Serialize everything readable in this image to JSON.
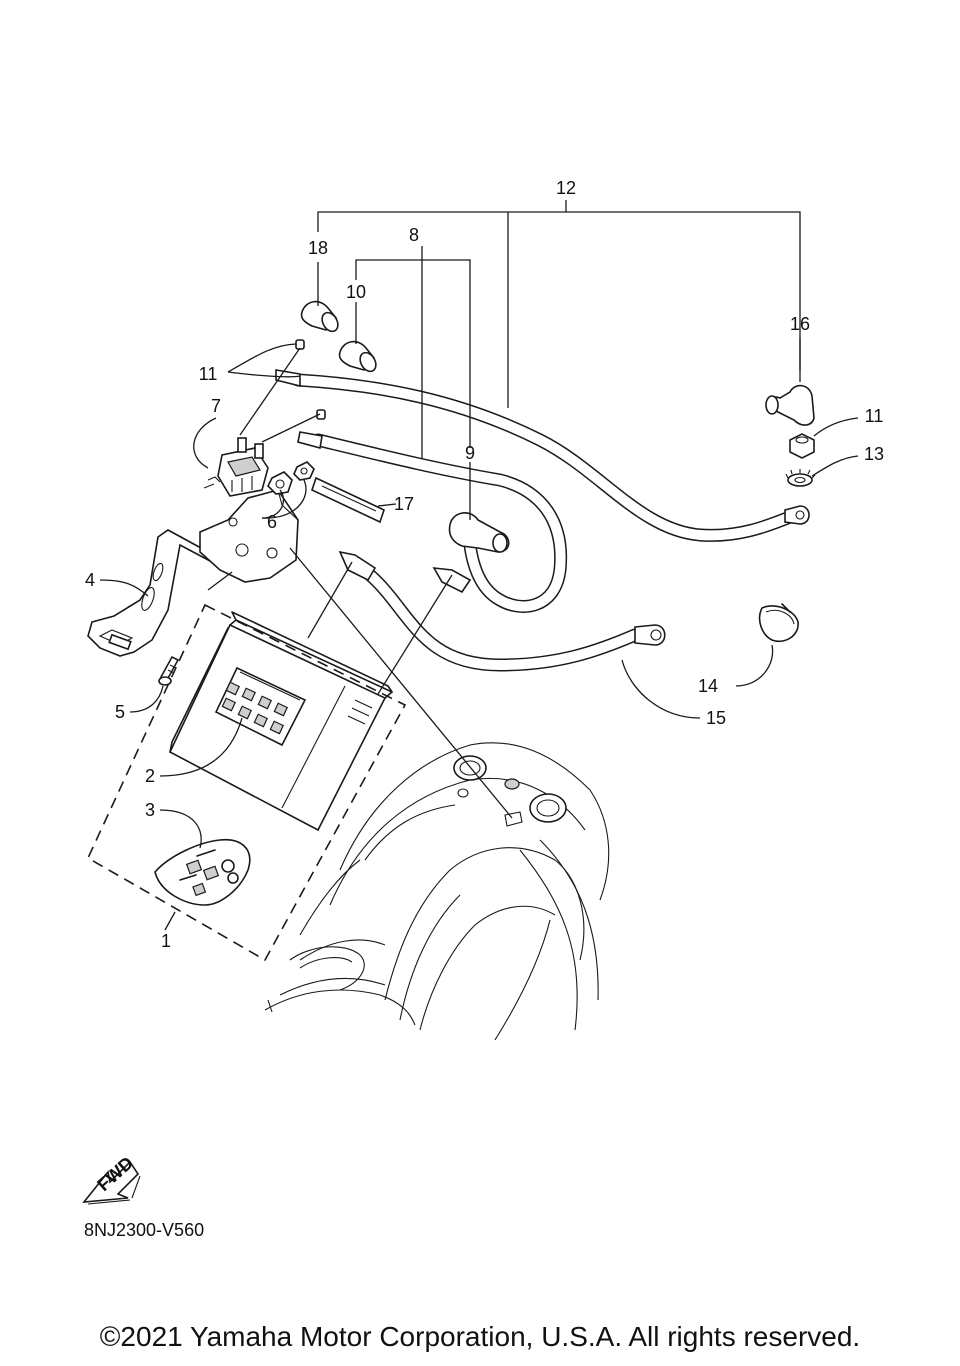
{
  "callouts": {
    "c1": "1",
    "c2": "2",
    "c3": "3",
    "c4": "4",
    "c5": "5",
    "c6": "6",
    "c7": "7",
    "c8": "8",
    "c9": "9",
    "c10": "10",
    "c11a": "11",
    "c11b": "11",
    "c12": "12",
    "c13": "13",
    "c14": "14",
    "c15": "15",
    "c16": "16",
    "c17": "17",
    "c18": "18"
  },
  "fwd_label": "FWD",
  "diagram_code": "8NJ2300-V560",
  "copyright": "©2021 Yamaha Motor Corporation, U.S.A. All rights reserved."
}
